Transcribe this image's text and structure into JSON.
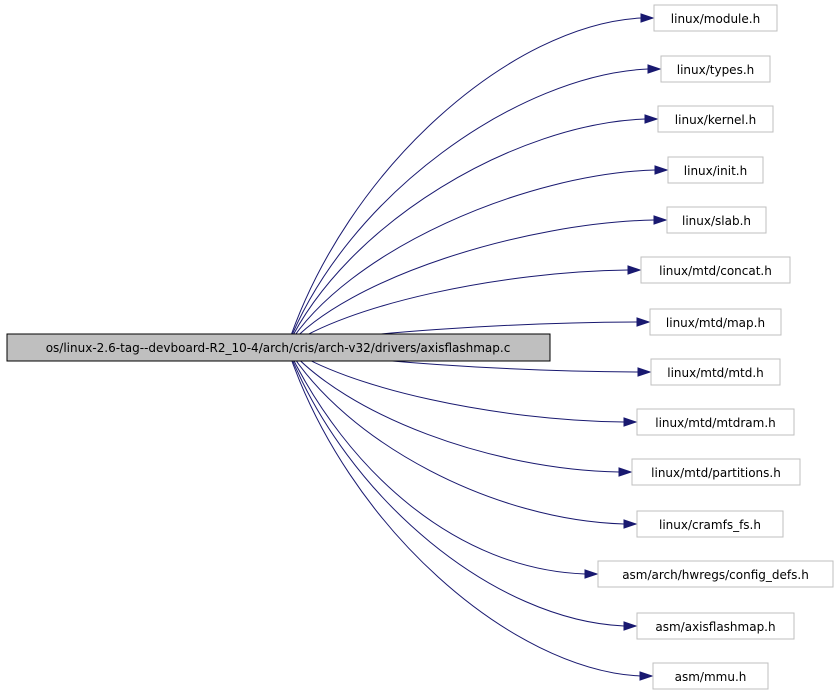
{
  "root": {
    "label": "os/linux-2.6-tag--devboard-R2_10-4/arch/cris/arch-v32/drivers/axisflashmap.c"
  },
  "includes": [
    {
      "label": "linux/module.h"
    },
    {
      "label": "linux/types.h"
    },
    {
      "label": "linux/kernel.h"
    },
    {
      "label": "linux/init.h"
    },
    {
      "label": "linux/slab.h"
    },
    {
      "label": "linux/mtd/concat.h"
    },
    {
      "label": "linux/mtd/map.h"
    },
    {
      "label": "linux/mtd/mtd.h"
    },
    {
      "label": "linux/mtd/mtdram.h"
    },
    {
      "label": "linux/mtd/partitions.h"
    },
    {
      "label": "linux/cramfs_fs.h"
    },
    {
      "label": "asm/arch/hwregs/config_defs.h"
    },
    {
      "label": "asm/axisflashmap.h"
    },
    {
      "label": "asm/mmu.h"
    }
  ],
  "colors": {
    "root_fill": "#bfbfbf",
    "root_border": "#000000",
    "node_border": "#bfbfbf",
    "edge": "#191970"
  }
}
